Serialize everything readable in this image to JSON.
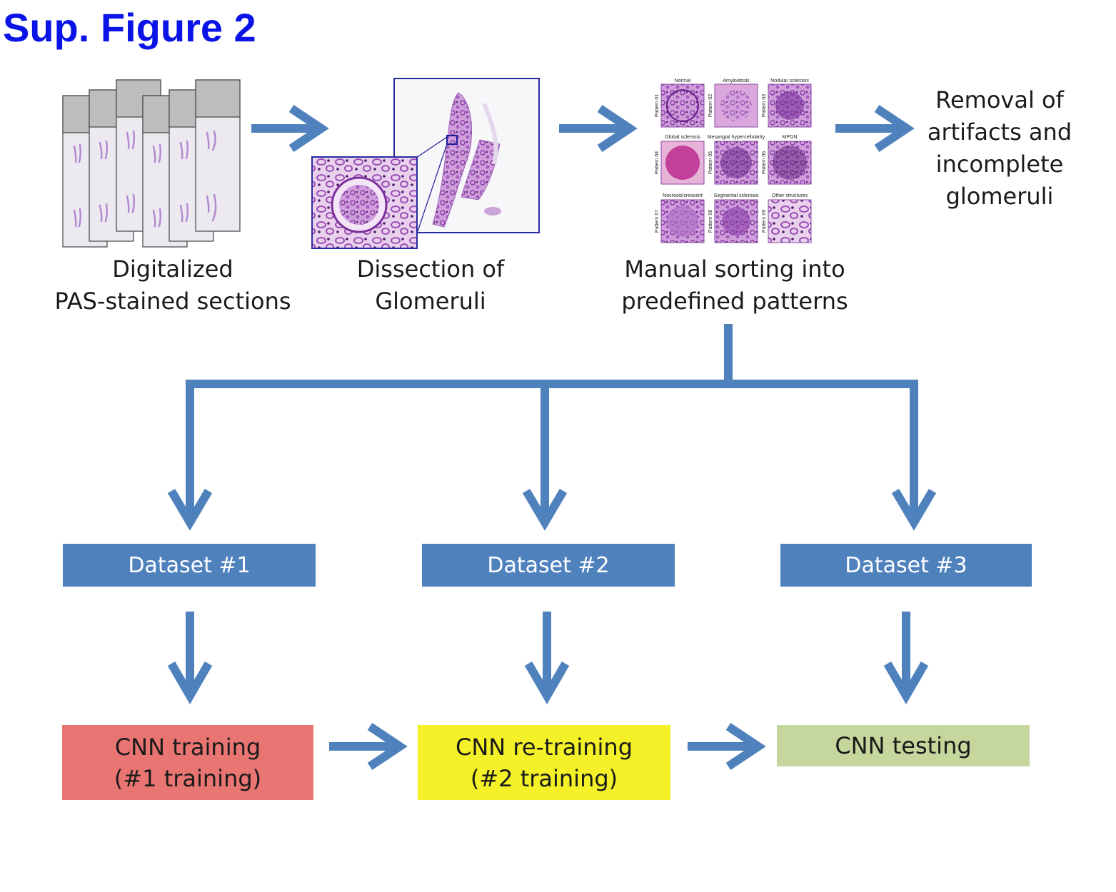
{
  "figure_title": "Sup. Figure 2",
  "colors": {
    "title": "#0a14e6",
    "arrow": "#4f81bd",
    "dataset_box": "#4f81bd",
    "cnn_training": "#e97572",
    "cnn_retraining": "#f4f128",
    "cnn_testing": "#c5d79d",
    "tissue": "#b060c0"
  },
  "steps": {
    "digitalized": {
      "line1": "Digitalized",
      "line2": "PAS-stained sections"
    },
    "dissection": {
      "line1": "Dissection of",
      "line2": "Glomeruli"
    },
    "sorting": {
      "line1": "Manual sorting into",
      "line2": "predefined patterns"
    },
    "removal": {
      "line1": "Removal of",
      "line2": "artifacts and",
      "line3": "incomplete",
      "line4": "glomeruli"
    }
  },
  "pattern_grid": {
    "columns": [
      "Normal",
      "Amyloidosis",
      "Nodular sclerosis",
      "Global sclerosis",
      "Mesangial hypercellularity",
      "MPGN",
      "Necrosis/crescent",
      "Segmental sclerosis",
      "Other structures"
    ],
    "rows": [
      "Pattern 01",
      "Pattern 02",
      "Pattern 03",
      "Pattern 04",
      "Pattern 05",
      "Pattern 06",
      "Pattern 07",
      "Pattern 08",
      "Pattern 09"
    ]
  },
  "datasets": [
    "Dataset #1",
    "Dataset #2",
    "Dataset #3"
  ],
  "cnn": {
    "training": {
      "line1": "CNN training",
      "line2": "(#1 training)"
    },
    "retraining": {
      "line1": "CNN re-training",
      "line2": "(#2 training)"
    },
    "testing": {
      "line1": "CNN testing"
    }
  }
}
